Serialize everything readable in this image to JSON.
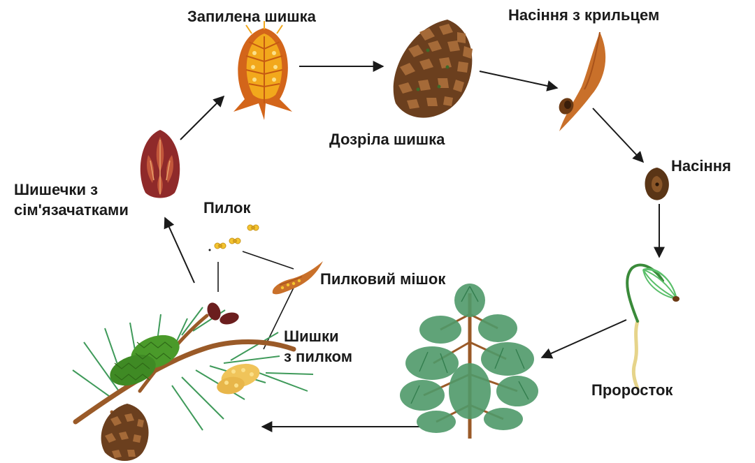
{
  "labels": {
    "pollinated_cone": "Запилена шишка",
    "mature_cone": "Дозріла шишка",
    "winged_seed": "Насіння з крильцем",
    "seed": "Насіння",
    "seedling": "Проросток",
    "ovule_cones_line1": "Шишечки з",
    "ovule_cones_line2": "сім'язачатками",
    "pollen": "Пилок",
    "pollen_sac": "Пилковий мішок",
    "pollen_cones_line1": "Шишки",
    "pollen_cones_line2": "з пилком"
  },
  "colors": {
    "arrow": "#1a1a1a",
    "ovule_cone": "#8f2a2a",
    "pollinated_cone": "#f2a81c",
    "mature_cone": "#6b3f1e",
    "winged_seed": "#c9702a",
    "seed": "#5a3516",
    "pollen": "#f4c430",
    "needle": "#3f9a5a",
    "green_cone": "#4a9a2a",
    "branch": "#9a5a28",
    "seedling_stem": "#3a8a3a",
    "root": "#e6d48a"
  }
}
